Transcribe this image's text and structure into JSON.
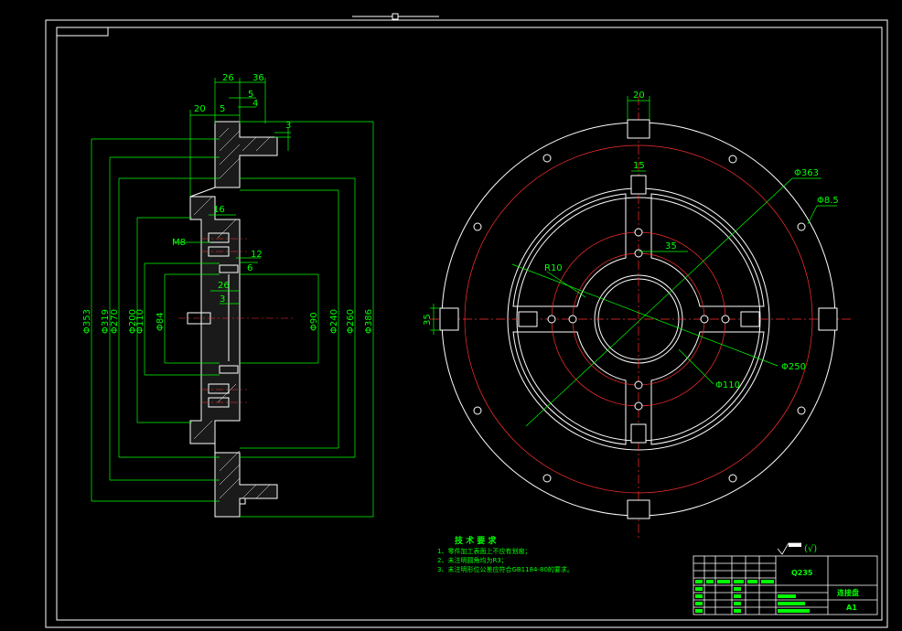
{
  "drawing": {
    "side_view_dims": {
      "d26": "26",
      "d36": "36",
      "d5a": "5",
      "d4": "4",
      "d20": "20",
      "d5b": "5",
      "d3a": "3",
      "d16": "16",
      "m8": "M8",
      "d12": "12",
      "d6": "6",
      "d26b": "26",
      "d3b": "3",
      "phi353": "Φ353",
      "phi319": "Φ319",
      "phi270": "Φ270",
      "phi200": "Φ200",
      "phi110": "Φ110",
      "phi84": "Φ84",
      "phi90": "Φ90",
      "phi240": "Φ240",
      "phi260": "Φ260",
      "phi386": "Φ386"
    },
    "front_view_dims": {
      "d20": "20",
      "d15": "15",
      "phi363": "Φ363",
      "phi8_5": "Φ8.5",
      "d35a": "35",
      "r10": "R10",
      "d35b": "35",
      "phi250": "Φ250",
      "phi110": "Φ110"
    },
    "notes": {
      "title": "技 术 要 求",
      "line1": "1、零件加工表面上不应有划痕；",
      "line2": "2、未注明圆角均为R3；",
      "line3": "3、未注明形位公差应符合GB1184-80的要求。"
    },
    "roughness": "(√)",
    "title_block": {
      "material": "Q235",
      "name": "连接盘",
      "scale": "A1"
    }
  }
}
